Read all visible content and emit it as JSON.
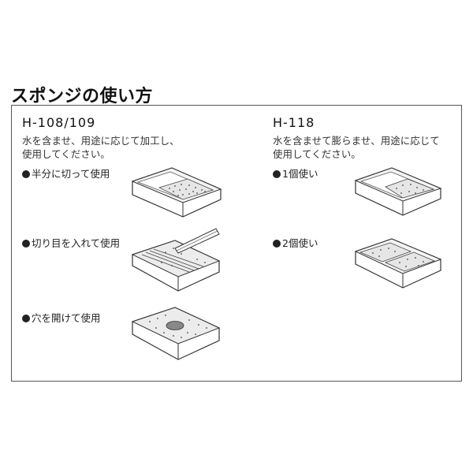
{
  "title": "スポンジの使い方",
  "left": {
    "model": "H-108/109",
    "desc": "水を含ませ、用途に応じて加工し、\n使用してください。",
    "items": [
      "半分に切って使用",
      "切り目を入れて使用",
      "穴を開けて使用"
    ]
  },
  "right": {
    "model": "H-118",
    "desc": "水を含ませて膨らませ、用途に応じて\n使用してください。",
    "items": [
      "1個使い",
      "2個使い"
    ]
  }
}
